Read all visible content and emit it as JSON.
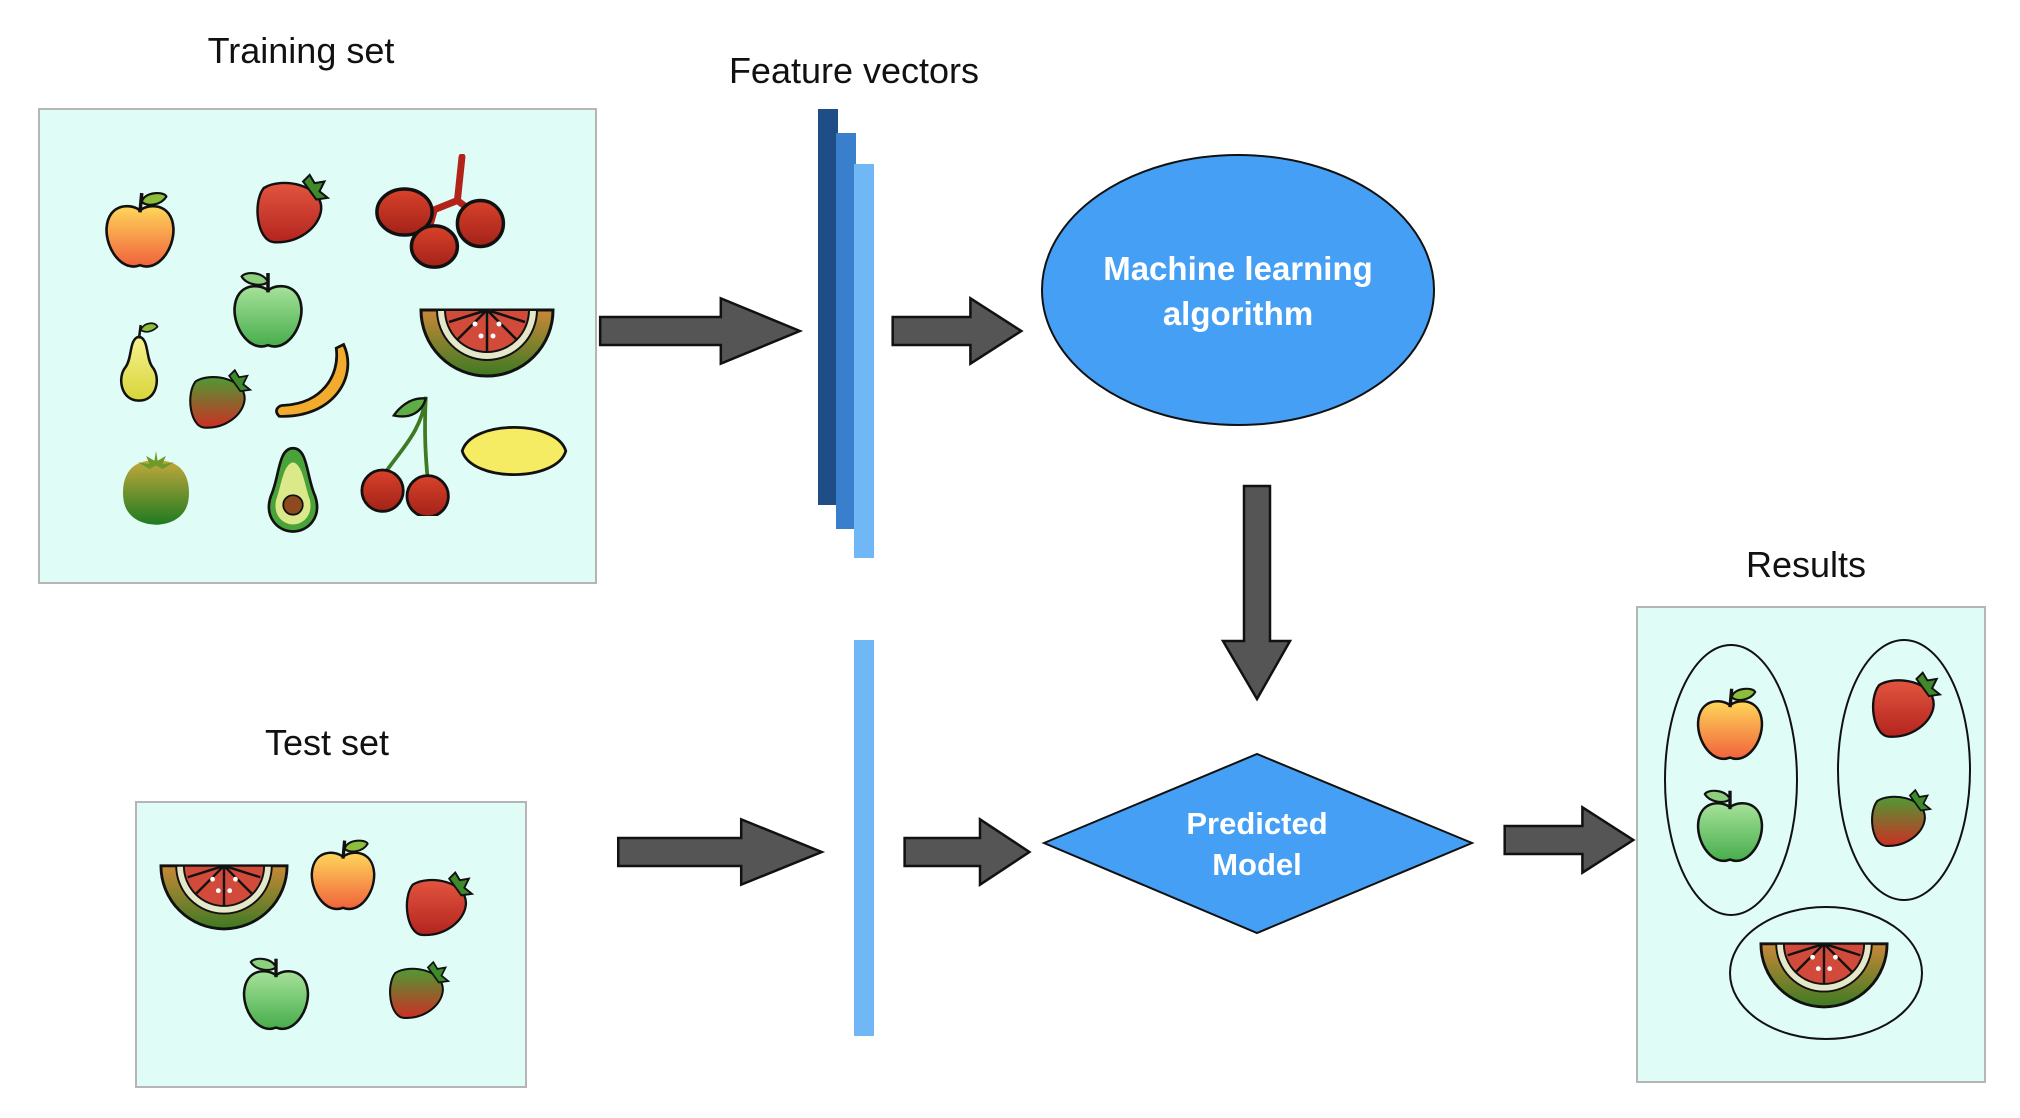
{
  "labels": {
    "training_set": "Training set",
    "feature_vectors": "Feature vectors",
    "test_set": "Test set",
    "results": "Results"
  },
  "nodes": {
    "algorithm": {
      "line1": "Machine learning",
      "line2": "algorithm"
    },
    "model": {
      "line1": "Predicted",
      "line2": "Model"
    }
  },
  "colors": {
    "panel_fill": "#e0fcf6",
    "panel_stroke": "#b5b5b5",
    "node_fill": "#45a0f5",
    "arrow_fill": "#555555",
    "bar_dark": "#1f4e86",
    "bar_mid": "#3a7fcb",
    "bar_light": "#6fb8f5"
  },
  "icons": {
    "training": [
      "apple-icon",
      "strawberry-icon",
      "grapes-icon",
      "green-apple-icon",
      "watermelon-slice-icon",
      "pear-icon",
      "strawberry-icon",
      "banana-icon",
      "cherries-icon",
      "lemon-icon",
      "tomato-icon",
      "avocado-icon"
    ],
    "test": [
      "watermelon-slice-icon",
      "apple-icon",
      "strawberry-icon",
      "green-apple-icon",
      "strawberry-icon"
    ],
    "results": [
      "apple-icon",
      "green-apple-icon",
      "strawberry-icon",
      "strawberry-icon",
      "watermelon-slice-icon"
    ]
  }
}
